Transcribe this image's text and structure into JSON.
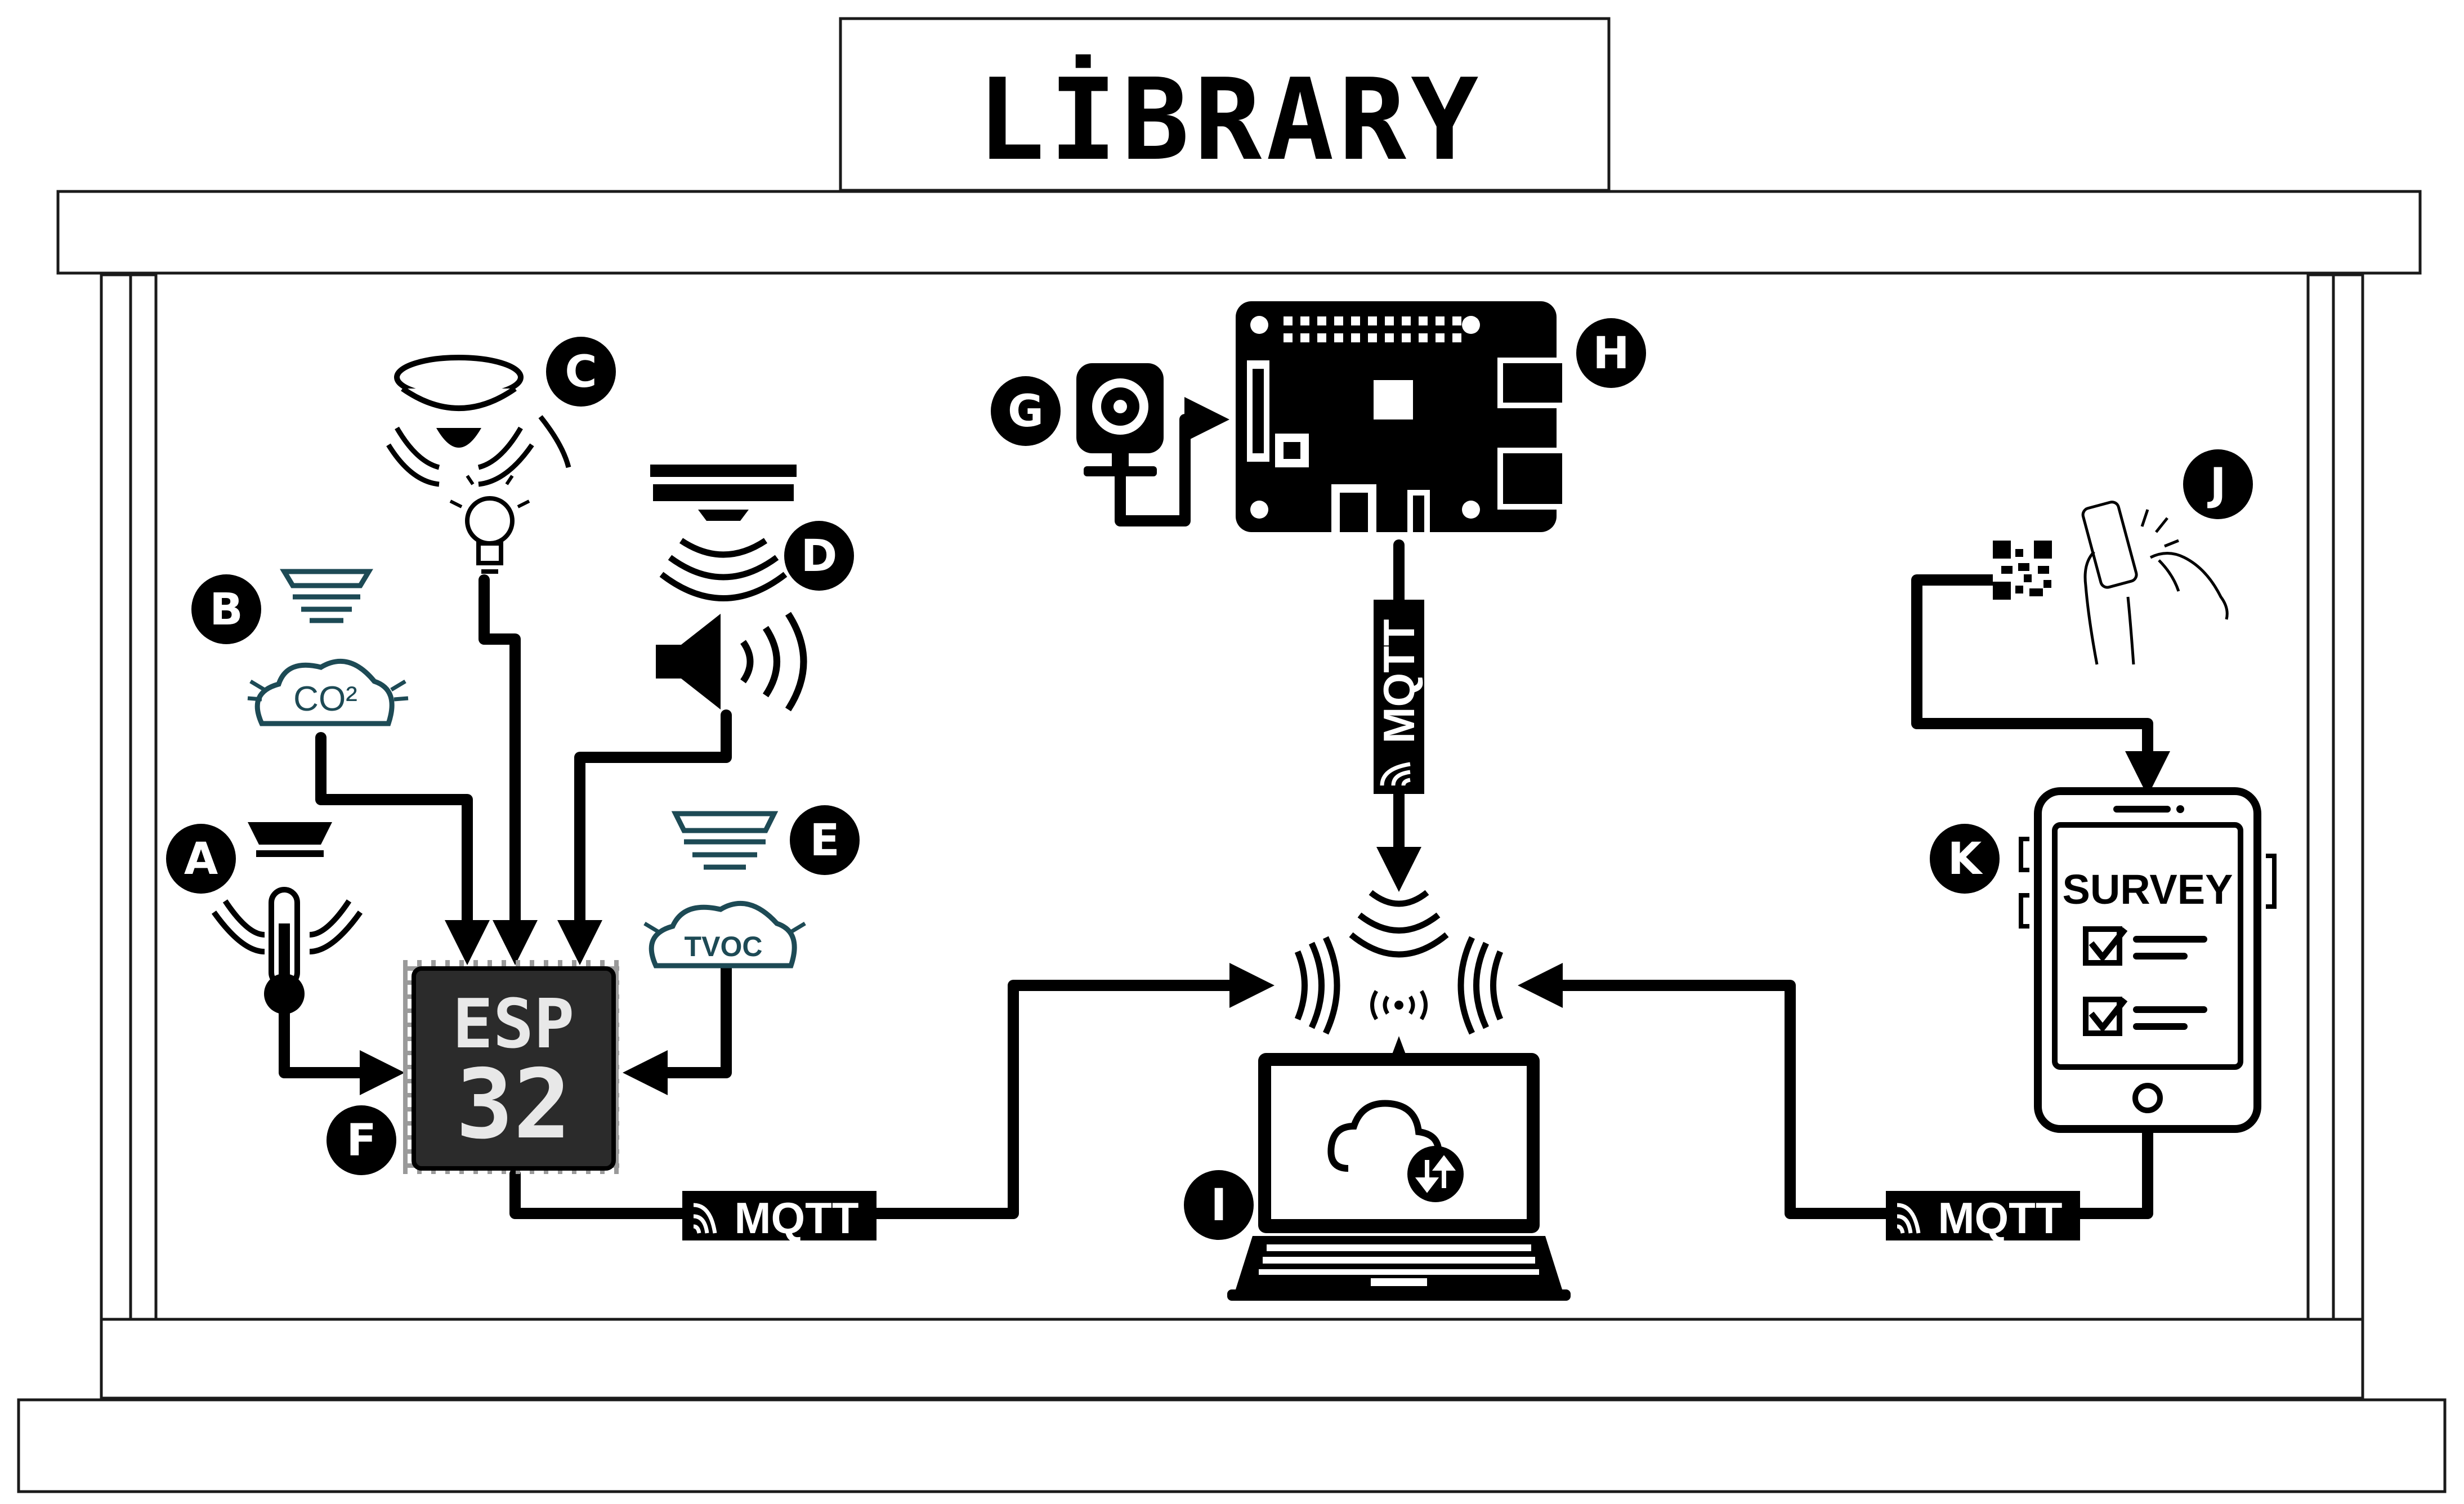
{
  "title": "LİBRARY",
  "chip": {
    "line1": "ESP",
    "line2": "32"
  },
  "sensors": {
    "co2": "CO²",
    "tvoc": "TVOC"
  },
  "survey": {
    "heading": "SURVEY"
  },
  "mqtt": {
    "esp_link": "MQTT",
    "pi_link": "MQTT",
    "phone_link": "MQTT"
  },
  "labels": {
    "a": "A",
    "b": "B",
    "c": "C",
    "d": "D",
    "e": "E",
    "f": "F",
    "g": "G",
    "h": "H",
    "i": "I",
    "j": "J",
    "k": "K"
  },
  "colors": {
    "ink": "#000000",
    "chip": "#2b2b2b",
    "cloud_outline": "#1d4a55",
    "frame": "#1a1a1a"
  }
}
